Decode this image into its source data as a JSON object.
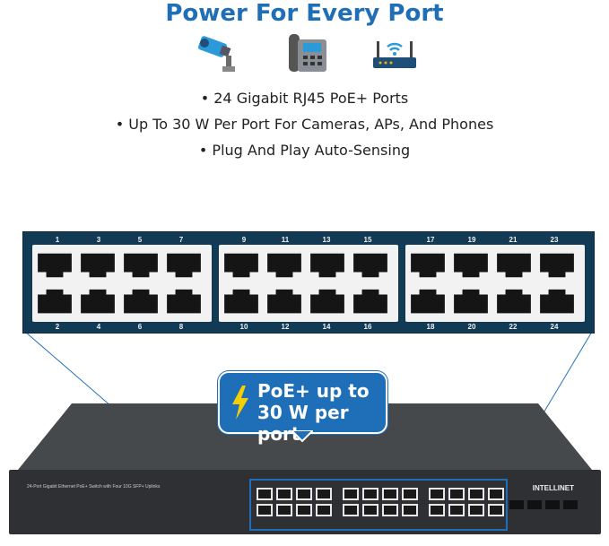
{
  "header": {
    "title": "Power For Every Port"
  },
  "icons": [
    "security-camera-icon",
    "desk-phone-icon",
    "wifi-router-icon"
  ],
  "bullets": [
    "• 24 Gigabit RJ45 PoE+ Ports",
    "• Up To 30 W Per Port For Cameras, APs, And Phones",
    "• Plug And Play Auto-Sensing"
  ],
  "ports": {
    "top": [
      "1",
      "3",
      "5",
      "7",
      "9",
      "11",
      "13",
      "15",
      "17",
      "19",
      "21",
      "23"
    ],
    "bottom": [
      "2",
      "4",
      "6",
      "8",
      "10",
      "12",
      "14",
      "16",
      "18",
      "20",
      "22",
      "24"
    ]
  },
  "callout": {
    "line1": "PoE+ up to",
    "line2": "30 W per port"
  },
  "device": {
    "label": "24-Port Gigabit Ethernet PoE+ Switch with Four 10G SFP+ Uplinks",
    "brand": "INTELLINET"
  },
  "colors": {
    "accent": "#1f6fb8",
    "panel": "#123a55",
    "switch": "#2e3033"
  }
}
